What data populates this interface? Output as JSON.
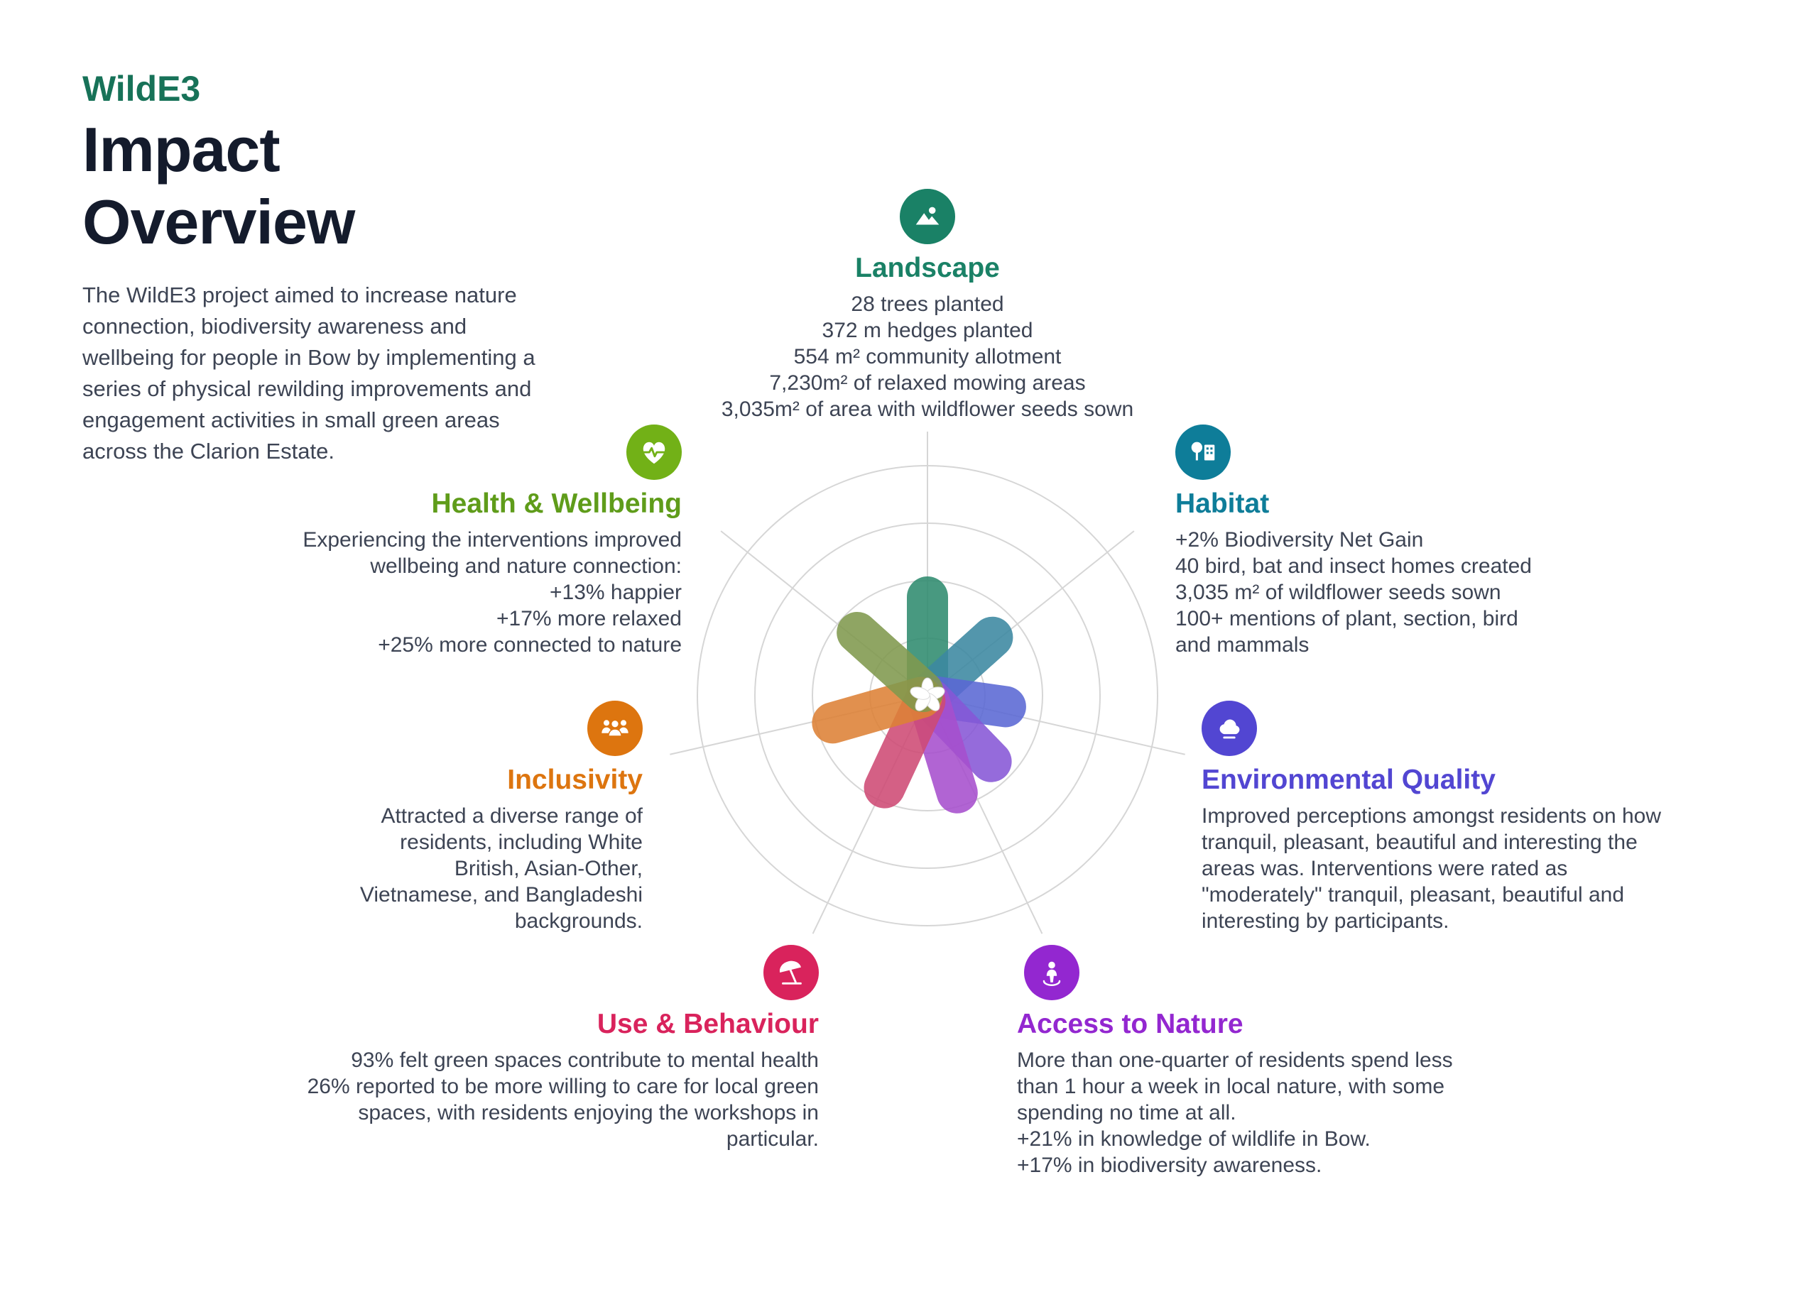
{
  "page": {
    "brand": "WildE3",
    "title": "Impact Overview",
    "intro": "The WildE3 project aimed to increase nature connection, biodiversity awareness and wellbeing for people in Bow by implementing a series of physical rewilding improvements and engagement activities in small green areas across the Clarion Estate.",
    "brand_color": "#177258",
    "title_color": "#141b2c"
  },
  "sections": [
    {
      "id": "landscape",
      "title": "Landscape",
      "color": "#1a8166",
      "icon_color": "#1a8166",
      "icon": "mountain-sun-icon",
      "body": [
        "28 trees planted",
        "372 m hedges planted",
        "554 m² community allotment",
        "7,230m² of relaxed mowing areas",
        "3,035m² of area with wildflower seeds sown"
      ]
    },
    {
      "id": "health-wellbeing",
      "title": "Health & Wellbeing",
      "color": "#5f9c1a",
      "icon_color": "#72b117",
      "icon": "heart-pulse-icon",
      "body": [
        "Experiencing the interventions improved wellbeing and nature connection:",
        "+13% happier",
        "+17% more relaxed",
        "+25% more connected to nature"
      ]
    },
    {
      "id": "habitat",
      "title": "Habitat",
      "color": "#0e7d99",
      "icon_color": "#0e7d99",
      "icon": "tree-city-icon",
      "body": [
        "+2% Biodiversity Net Gain",
        "40 bird, bat and insect homes created",
        "3,035 m² of wildflower seeds sown",
        "100+ mentions of plant, section, bird and mammals"
      ]
    },
    {
      "id": "inclusivity",
      "title": "Inclusivity",
      "color": "#dd750f",
      "icon_color": "#dd750f",
      "icon": "users-icon",
      "body": [
        "Attracted a diverse range of residents, including White British, Asian-Other, Vietnamese, and Bangladeshi backgrounds."
      ]
    },
    {
      "id": "environmental-quality",
      "title": "Environmental Quality",
      "color": "#5246d2",
      "icon_color": "#5246d2",
      "icon": "cloud-icon",
      "body": [
        "Improved perceptions amongst residents on how tranquil, pleasant, beautiful and interesting the areas was. Interventions were rated as \"moderately\" tranquil, pleasant, beautiful and interesting by participants."
      ]
    },
    {
      "id": "use-behaviour",
      "title": "Use & Behaviour",
      "color": "#d9235c",
      "icon_color": "#d9235c",
      "icon": "beach-umbrella-icon",
      "body": [
        "93% felt green spaces contribute to mental health",
        "26% reported to be more willing to care for local green spaces, with residents enjoying the workshops in particular."
      ]
    },
    {
      "id": "access-to-nature",
      "title": "Access to Nature",
      "color": "#9327d0",
      "icon_color": "#9327d0",
      "icon": "person-pin-icon",
      "body": [
        "More than one-quarter of residents spend less than 1 hour a week in local nature, with some spending no time at all.",
        "+21% in knowledge of wildlife in Bow.",
        "+17% in biodiversity awareness."
      ]
    }
  ],
  "chart_data": {
    "type": "radial-flower",
    "title": "Impact flower (decorative radial chart, unlabeled axes)",
    "grid": {
      "radii": [
        81,
        162,
        243,
        324
      ],
      "spokes": 7,
      "spoke_length": 372,
      "color": "#d6d6d6"
    },
    "petal_width": 58,
    "petal_opacity": 0.88,
    "petals": [
      {
        "angle": 0,
        "length": 168,
        "color": "#2f8b6e",
        "label": "landscape"
      },
      {
        "angle": 48,
        "length": 152,
        "color": "#3b87a0",
        "label": "habitat"
      },
      {
        "angle": 98,
        "length": 140,
        "color": "#5a68d4",
        "label": "environmental-quality"
      },
      {
        "angle": 136,
        "length": 158,
        "color": "#8657d6",
        "label": "access-to-nature"
      },
      {
        "angle": 163,
        "length": 172,
        "color": "#a64ecd",
        "label": "access-to-nature-2"
      },
      {
        "angle": 205,
        "length": 172,
        "color": "#ce4a74",
        "label": "use-behaviour"
      },
      {
        "angle": 254,
        "length": 168,
        "color": "#dd8135",
        "label": "inclusivity"
      },
      {
        "angle": 312,
        "length": 162,
        "color": "#80984d",
        "label": "health-wellbeing"
      }
    ],
    "center_flower": {
      "color": "#ffffff",
      "petal_count": 5
    }
  }
}
